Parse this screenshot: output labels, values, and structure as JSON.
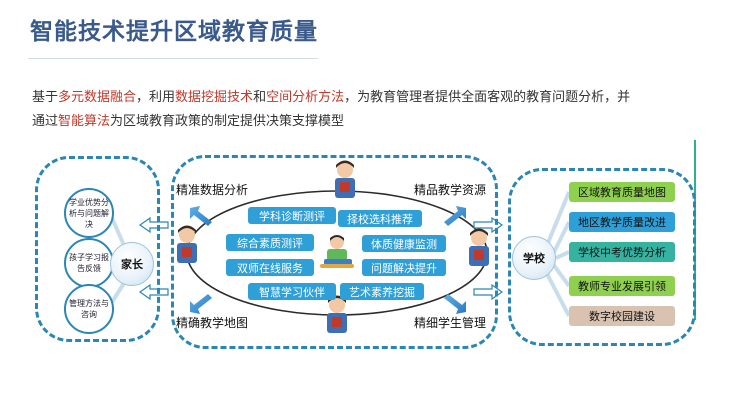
{
  "title": "智能技术提升区域教育质量",
  "description": {
    "line1": [
      {
        "text": "基于",
        "hl": false
      },
      {
        "text": "多元数据融合",
        "hl": true
      },
      {
        "text": "，利用",
        "hl": false
      },
      {
        "text": "数据挖掘技术",
        "hl": true
      },
      {
        "text": "和",
        "hl": false
      },
      {
        "text": "空间分析方法",
        "hl": true
      },
      {
        "text": "，为教育管理者提供全面客观的教育问题分析，并",
        "hl": false
      }
    ],
    "line2": [
      {
        "text": "通过",
        "hl": false
      },
      {
        "text": "智能算法",
        "hl": true
      },
      {
        "text": "为区域教育政策的制定提供决策支撑模型",
        "hl": false
      }
    ]
  },
  "left_panel": {
    "hub": "家长",
    "items": [
      "学业优势分析与问题解决",
      "孩子学习报告反馈",
      "管理方法与咨询"
    ]
  },
  "center_panel": {
    "corners": {
      "top_left": "精准数据分析",
      "top_right": "精品教学资源",
      "bottom_left": "精确教学地图",
      "bottom_right": "精细学生管理"
    },
    "pills_left": [
      "学科诊断测评",
      "综合素质测评",
      "双师在线服务",
      "智慧学习伙伴"
    ],
    "pills_right": [
      "择校选科推荐",
      "体质健康监测",
      "问题解决提升",
      "艺术素养挖掘"
    ]
  },
  "right_panel": {
    "hub": "学校",
    "items": [
      {
        "label": "区域教育质量地图",
        "color": "#8fd14f"
      },
      {
        "label": "地区教学质量改进",
        "color": "#2f9fd8"
      },
      {
        "label": "学校中考优势分析",
        "color": "#35b3a0"
      },
      {
        "label": "教师专业发展引领",
        "color": "#8fd14f"
      },
      {
        "label": "数字校园建设",
        "color": "#d9c2b0"
      }
    ]
  },
  "colors": {
    "title": "#3a5a8c",
    "highlight": "#c0392b",
    "panel_border": "#2a86b5",
    "pill": "#2f9fd8"
  },
  "icons": [
    "teacher-icon",
    "student-reading-icon",
    "arrow-icon"
  ]
}
